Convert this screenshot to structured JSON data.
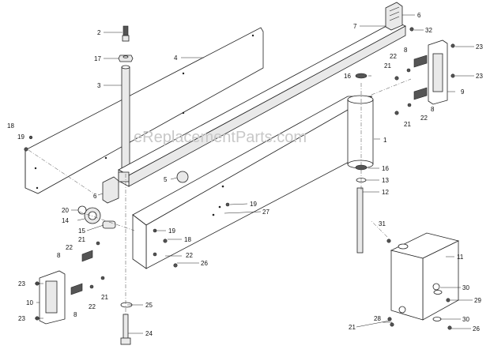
{
  "watermark": "eReplacementParts.com",
  "callouts": [
    "1",
    "2",
    "3",
    "4",
    "5",
    "6",
    "7",
    "8",
    "9",
    "10",
    "11",
    "12",
    "13",
    "14",
    "15",
    "16",
    "17",
    "18",
    "19",
    "20",
    "21",
    "22",
    "23",
    "24",
    "25",
    "26",
    "27",
    "28",
    "29",
    "30",
    "31",
    "32"
  ]
}
